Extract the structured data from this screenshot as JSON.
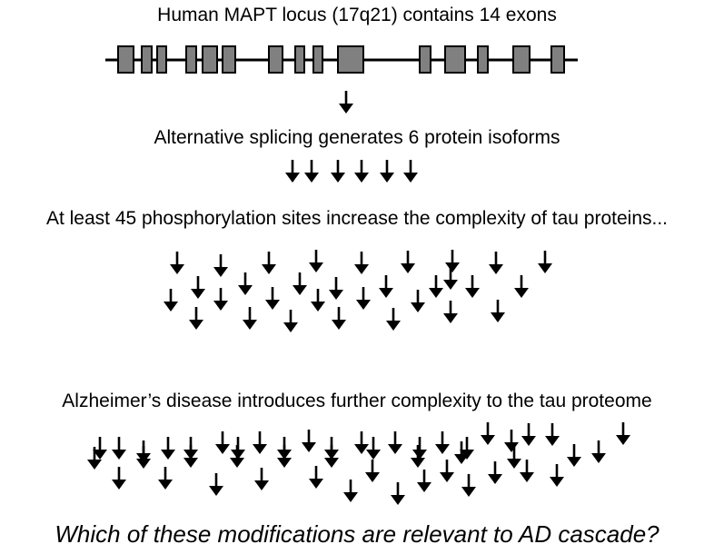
{
  "texts": {
    "locus": "Human MAPT locus (17q21) contains 14 exons",
    "splicing": "Alternative splicing generates 6 protein isoforms",
    "phosphorylation": "At least 45 phosphorylation sites increase the complexity of tau proteins...",
    "alzheimers": "Alzheimer’s disease introduces further complexity to the tau proteome",
    "question": "Which of these modifications are relevant to AD cascade?"
  },
  "colors": {
    "exon_fill": "#808080",
    "line": "#000000",
    "background": "#ffffff"
  },
  "exon_count": 14
}
